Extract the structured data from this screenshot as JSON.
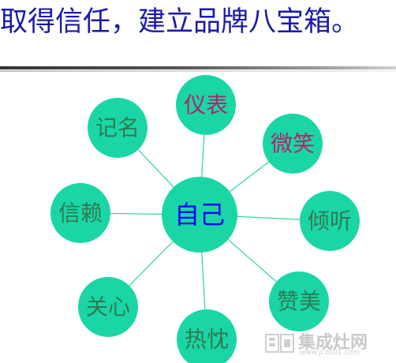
{
  "title": "取得信任，建立品牌八宝箱。",
  "center": {
    "label": "自己",
    "color": "#0000ff"
  },
  "nodes": [
    {
      "label": "仪表",
      "color": "#b0246a"
    },
    {
      "label": "微笑",
      "color": "#b0246a"
    },
    {
      "label": "倾听",
      "color": "#2e7b53"
    },
    {
      "label": "赞美",
      "color": "#2e7b53"
    },
    {
      "label": "热忱",
      "color": "#2e7b53"
    },
    {
      "label": "关心",
      "color": "#2e7b53"
    },
    {
      "label": "信赖",
      "color": "#2e7b53"
    },
    {
      "label": "记名",
      "color": "#2e7b53"
    }
  ],
  "colors": {
    "circle_fill": "#1ad6a6",
    "connector": "#2fd0a6",
    "title": "#1a1aa8"
  },
  "watermark": {
    "brand": "集成灶网",
    "url": "www.jcz001.com"
  }
}
